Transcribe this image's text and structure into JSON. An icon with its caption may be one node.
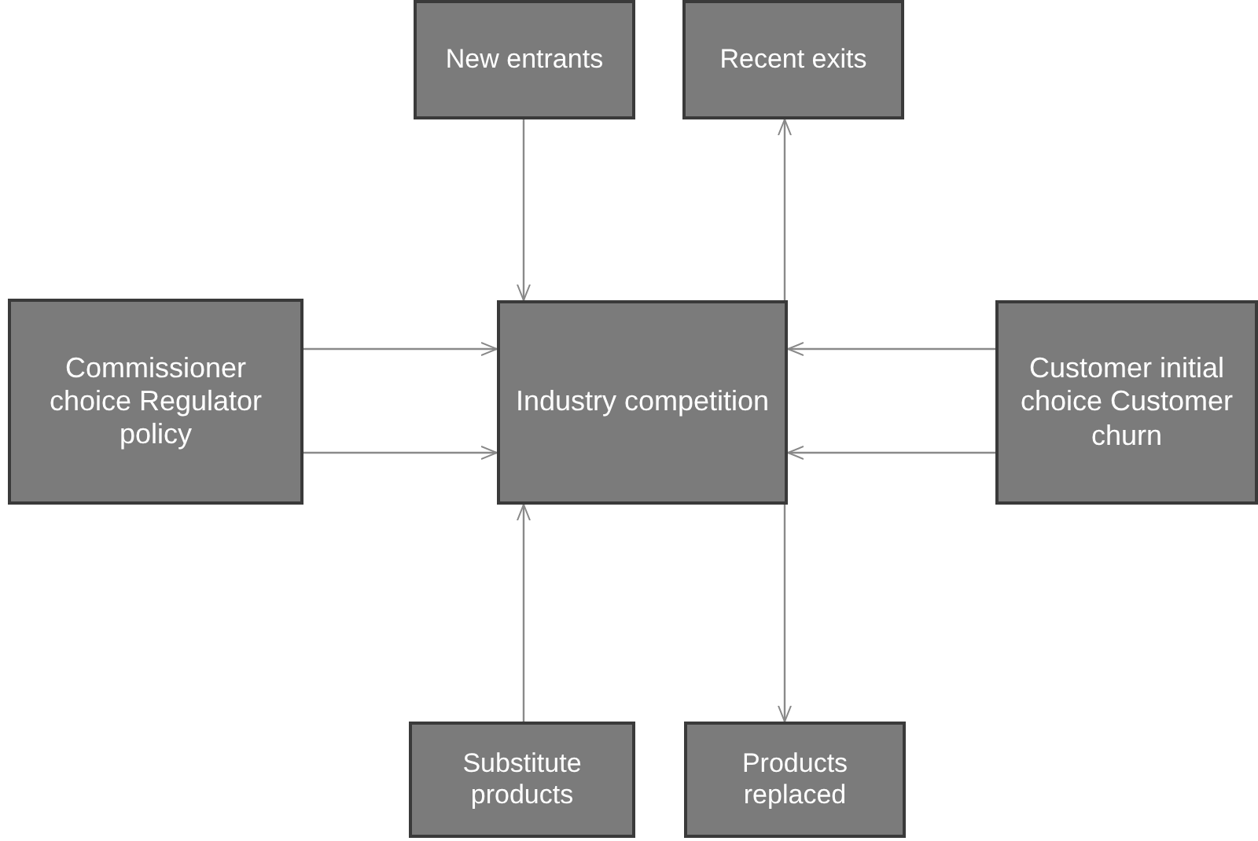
{
  "diagram": {
    "nodes": [
      {
        "text": [
          "New entrants"
        ]
      },
      {
        "text": [
          "Recent exits"
        ]
      },
      {
        "text": [
          "Commissioner choice Regulator policy"
        ]
      },
      {
        "text": [
          "Industry competition"
        ]
      },
      {
        "text": [
          "Customer initial choice Customer churn"
        ]
      },
      {
        "text": [
          "Substitute products"
        ]
      },
      {
        "text": [
          "Products replaced"
        ]
      }
    ],
    "edges": [
      {
        "from": 0,
        "to": 3,
        "arrow": "to"
      },
      {
        "from": 3,
        "to": 1,
        "arrow": "to"
      },
      {
        "from": 2,
        "to": 3,
        "arrow": "to"
      },
      {
        "from": 2,
        "to": 3,
        "arrow": "to"
      },
      {
        "from": 4,
        "to": 3,
        "arrow": "to"
      },
      {
        "from": 4,
        "to": 3,
        "arrow": "to"
      },
      {
        "from": 5,
        "to": 3,
        "arrow": "to"
      },
      {
        "from": 3,
        "to": 6,
        "arrow": "to"
      }
    ]
  }
}
